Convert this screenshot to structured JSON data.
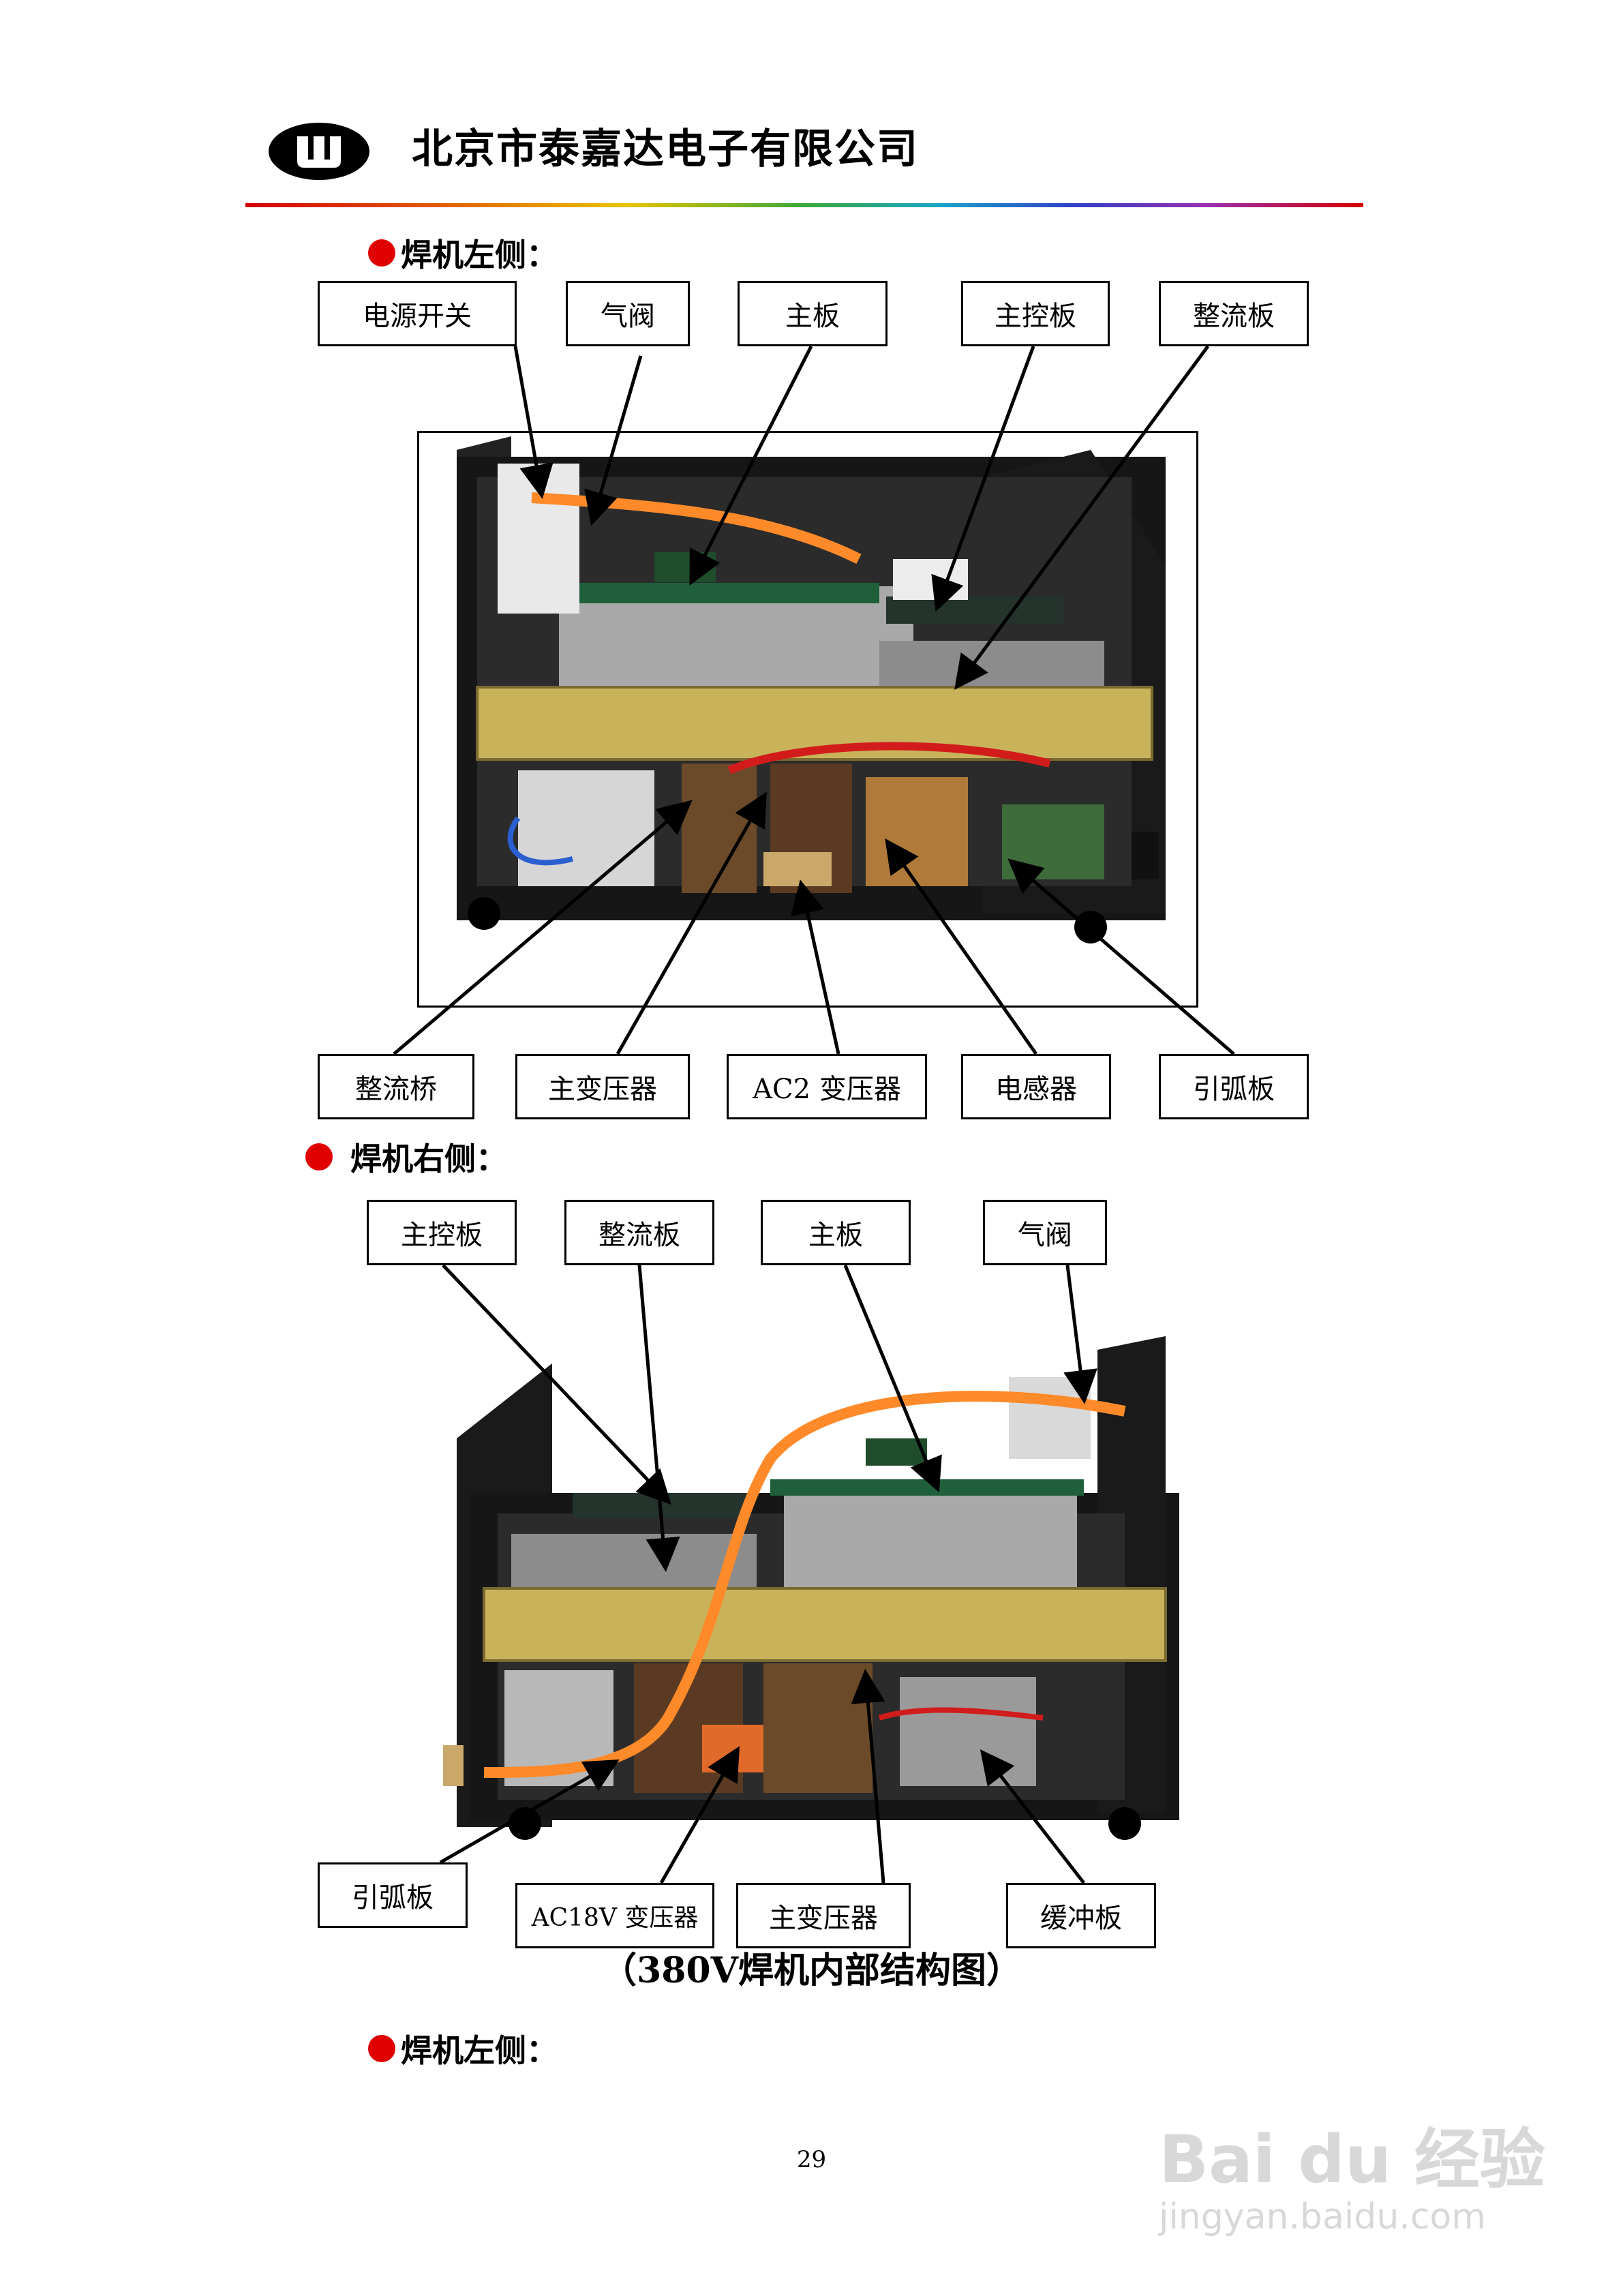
{
  "header": {
    "logo_text": "U",
    "company": "北京市泰嘉达电子有限公司"
  },
  "left_section": {
    "heading": "焊机左侧：",
    "top_labels": [
      "电源开关",
      "气阀",
      "主板",
      "主控板",
      "整流板"
    ],
    "bottom_labels": [
      "整流桥",
      "主变压器",
      "AC2 变压器",
      "电感器",
      "引弧板"
    ]
  },
  "right_section": {
    "heading": "焊机右侧：",
    "top_labels": [
      "主控板",
      "整流板",
      "主板",
      "气阀"
    ],
    "bottom_labels": [
      "引弧板",
      "AC18V 变压器",
      "主变压器",
      "缓冲板"
    ]
  },
  "caption": "（380V焊机内部结构图）",
  "next_section": {
    "heading": "焊机左侧："
  },
  "page_number": "29",
  "watermark": {
    "brand": "Bai du 经验",
    "url": "jingyan.baidu.com"
  },
  "colors": {
    "bullet": "#e00000",
    "frame": "#000000",
    "cable": "#ff8a2a",
    "board": "#c9b35a"
  }
}
